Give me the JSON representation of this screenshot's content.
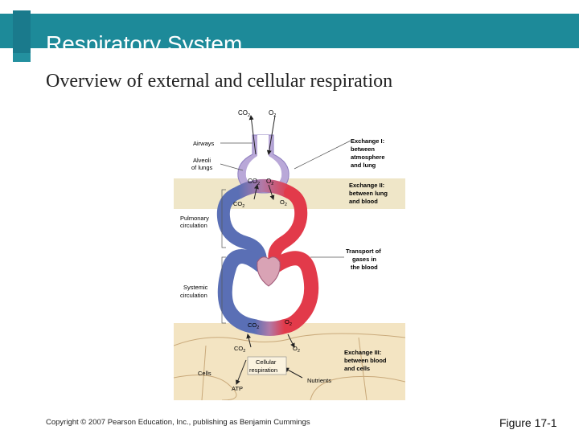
{
  "slide": {
    "title": "Respiratory System",
    "subtitle": "Overview of external and cellular respiration",
    "copyright": "Copyright © 2007 Pearson Education, Inc., publishing as Benjamin Cummings",
    "figure_number": "Figure 17-1"
  },
  "diagram": {
    "gas_top_co2": "CO",
    "gas_top_o2": "O",
    "label_airways": "Airways",
    "label_alveoli_1": "Alveoli",
    "label_alveoli_2": "of lungs",
    "alveoli_co2": "CO",
    "alveoli_o2": "O",
    "pulm_co2": "CO",
    "pulm_o2": "O",
    "label_pulmonary_1": "Pulmonary",
    "label_pulmonary_2": "circulation",
    "label_systemic_1": "Systemic",
    "label_systemic_2": "circulation",
    "sys_co2": "CO",
    "sys_o2": "O",
    "tissue_co2": "CO",
    "tissue_o2": "O",
    "label_cells": "Cells",
    "label_cellular_1": "Cellular",
    "label_cellular_2": "respiration",
    "label_nutrients": "Nutrients",
    "label_atp": "ATP",
    "subscript_2": "2",
    "exchange1": [
      "Exchange I:",
      "between",
      "atmosphere",
      "and lung"
    ],
    "exchange2": [
      "Exchange II:",
      "between lung",
      "and blood"
    ],
    "transport": [
      "Transport of",
      "gases in",
      "the blood"
    ],
    "exchange3": [
      "Exchange III:",
      "between blood",
      "and cells"
    ],
    "colors": {
      "oxygenated": "#e23a4a",
      "deoxygenated": "#5a6fb5",
      "lung": "#b9a8d8",
      "band": "#efe6c8",
      "tissue": "#f3e4c2"
    }
  }
}
